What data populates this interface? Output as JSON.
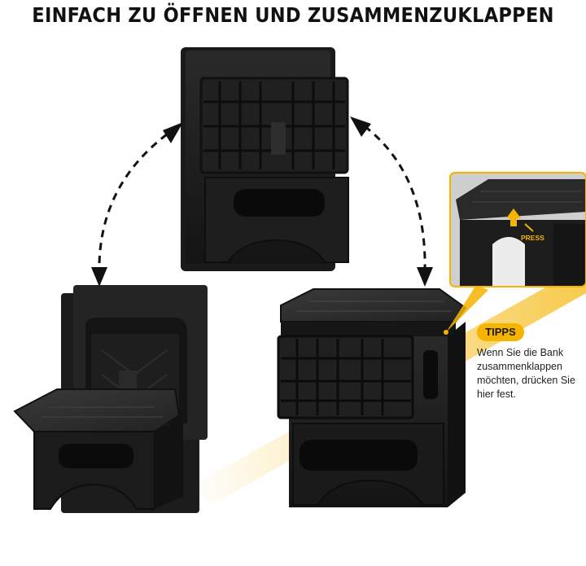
{
  "headline": "EINFACH ZU ÖFFNEN UND ZUSAMMENZUKLAPPEN",
  "tip": {
    "badge": "TIPPS",
    "text": "Wenn Sie die Bank zusammenklappen möchten, drücken Sie hier fest."
  },
  "inset": {
    "press_label": "PRESS"
  },
  "colors": {
    "accent": "#f4b400",
    "stool": "#1c1c1c",
    "background": "#ffffff"
  }
}
